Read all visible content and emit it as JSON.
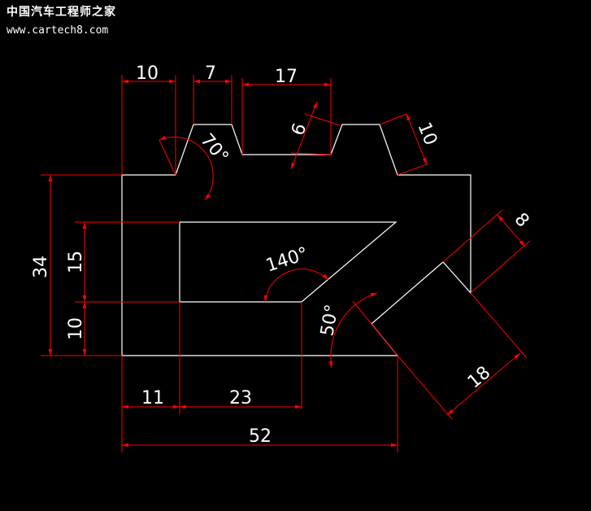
{
  "watermark": {
    "title": "中国汽车工程师之家",
    "url": "www.cartech8.com"
  },
  "colors": {
    "background": "#000000",
    "outline": "#ffffff",
    "dimension": "#ff0000"
  },
  "dimensions": {
    "top_10": "10",
    "top_7": "7",
    "top_17": "17",
    "slot_depth_6": "6",
    "right_notch_10": "10",
    "angle_70": "70°",
    "height_34": "34",
    "height_15": "15",
    "height_10": "10",
    "angle_140": "140°",
    "angle_50": "50°",
    "tab_8": "8",
    "tab_18": "18",
    "bottom_11": "11",
    "bottom_23": "23",
    "overall_52": "52"
  }
}
